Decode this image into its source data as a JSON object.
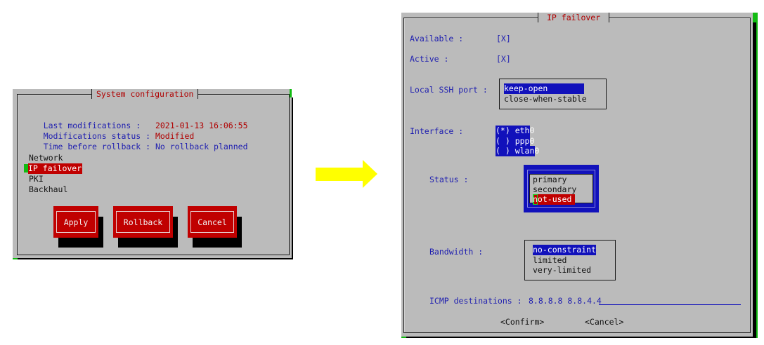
{
  "colors": {
    "terminal_bg": "#bbbbbb",
    "label_blue": "#1f1fb0",
    "value_red": "#b00000",
    "selection_red": "#c00000",
    "selection_blue": "#1111bb",
    "cursor_green": "#11bb11",
    "arrow_yellow": "#ffff00"
  },
  "left_dialog": {
    "title": "System configuration",
    "info": [
      {
        "label": "Last modifications :   ",
        "value": "2021-01-13 16:06:55"
      },
      {
        "label": "Modifications status : ",
        "value": "Modified"
      },
      {
        "label": "Time before rollback : ",
        "value": "No rollback planned"
      }
    ],
    "menu": [
      {
        "label": "Network",
        "selected": false
      },
      {
        "label": "IP failover",
        "selected": true
      },
      {
        "label": "PKI",
        "selected": false
      },
      {
        "label": "Backhaul",
        "selected": false
      }
    ],
    "buttons": {
      "apply": "Apply",
      "rollback": "Rollback",
      "cancel": "Cancel"
    }
  },
  "arrow": {
    "icon": "arrow-right-icon"
  },
  "right_dialog": {
    "title": "IP failover",
    "available": {
      "label": "Available :",
      "value": "[X]"
    },
    "active": {
      "label": "Active :",
      "value": "[X]"
    },
    "ssh_port": {
      "label": "Local SSH port :",
      "options": [
        "keep-open",
        "close-when-stable"
      ],
      "selected": "keep-open"
    },
    "interface": {
      "label": "Interface :",
      "options": [
        "(*) eth0",
        "( ) ppp0",
        "( ) wlan0"
      ]
    },
    "status": {
      "label": "Status :",
      "options": [
        "primary",
        "secondary",
        "not-used"
      ],
      "selected": "not-used"
    },
    "bandwidth": {
      "label": "Bandwidth :",
      "options": [
        "no-constraint",
        "limited",
        "very-limited"
      ],
      "selected": "no-constraint"
    },
    "icmp": {
      "label": "ICMP destinations : ",
      "value": "8.8.8.8 8.8.4.4"
    },
    "confirm": "<Confirm>",
    "cancel": "<Cancel>"
  }
}
